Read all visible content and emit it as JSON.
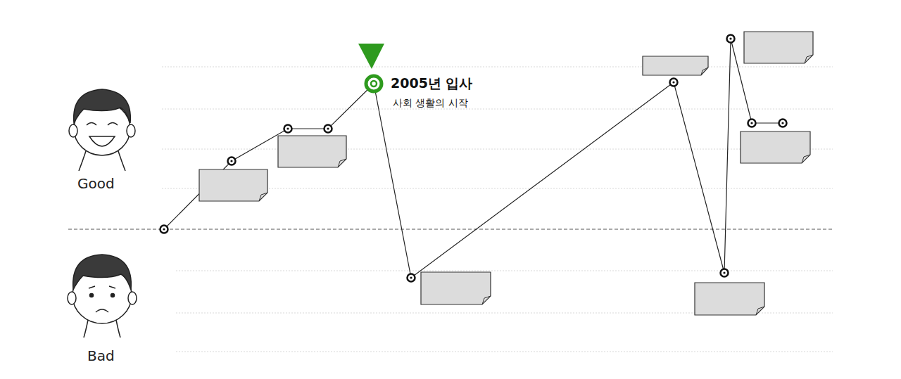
{
  "diagram": {
    "nodes": [
      {
        "text": [
          "2005년 입사",
          "사회 생활의 시작"
        ]
      }
    ],
    "labels": [
      "Good",
      "Bad"
    ]
  }
}
